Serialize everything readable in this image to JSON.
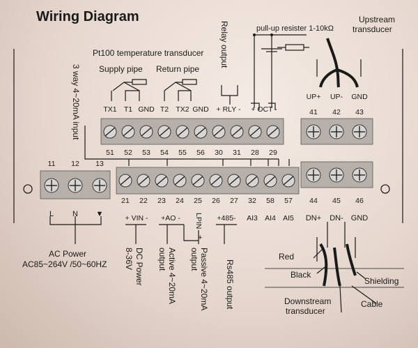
{
  "title": "Wiring Diagram",
  "labels": {
    "relay_output": "Relay output",
    "pullup": "pull-up resister 1-10kΩ",
    "upstream_line1": "Upstream",
    "upstream_line2": "transducer",
    "pt100": "Pt100 temperature transducer",
    "supply_pipe": "Supply pipe",
    "return_pipe": "Return pipe",
    "input_4_20": "3 way 4~20mA input",
    "ac_power_line1": "AC Power",
    "ac_power_line2": "AC85~264V /50~60HZ",
    "dc_power_line1": "DC Power",
    "dc_power_line2": "8-36V",
    "active_line1": "Active 4~20mA",
    "active_line2": "output",
    "passive_line1": "Passive 4~20mA",
    "passive_line2": "output",
    "rs485": "Rs485 output",
    "red": "Red",
    "black": "Black",
    "shielding": "Shielding",
    "downstream_line1": "Downstream",
    "downstream_line2": "transducer",
    "cable": "Cable",
    "lpin": "LPIN",
    "plus": "+",
    "minus": "−"
  },
  "upper_terminals": [
    {
      "top": "TX1",
      "num": "51"
    },
    {
      "top": "T1",
      "num": "52"
    },
    {
      "top": "GND",
      "num": "53"
    },
    {
      "top": "T2",
      "num": "54"
    },
    {
      "top": "TX2",
      "num": "55"
    },
    {
      "top": "GND",
      "num": "56"
    },
    {
      "top": "+ RLY -",
      "num": "30"
    },
    {
      "top": "",
      "num": "31"
    },
    {
      "top": "+ OCT -",
      "num": "28"
    },
    {
      "top": "",
      "num": "29"
    }
  ],
  "upstream_terminals": [
    {
      "top": "UP+",
      "num": "41"
    },
    {
      "top": "UP-",
      "num": "42"
    },
    {
      "top": "GND",
      "num": "43"
    }
  ],
  "power_terminals": [
    {
      "num": "11",
      "bottom": "L"
    },
    {
      "num": "12",
      "bottom": "N"
    },
    {
      "num": "13",
      "bottom": "▼"
    }
  ],
  "lower_terminals": [
    {
      "num": "21"
    },
    {
      "num": "22"
    },
    {
      "num": "23"
    },
    {
      "num": "24"
    },
    {
      "num": "25"
    },
    {
      "num": "26"
    },
    {
      "num": "27"
    },
    {
      "num": "32"
    },
    {
      "num": "58"
    },
    {
      "num": "57"
    }
  ],
  "lower_group_labels": [
    "+ VIN -",
    "+AO -",
    "+485-",
    "AI3",
    "AI4",
    "AI5"
  ],
  "downstream_terminals": [
    {
      "num": "44",
      "bottom": "DN+"
    },
    {
      "num": "45",
      "bottom": "DN-"
    },
    {
      "num": "46",
      "bottom": "GND"
    }
  ]
}
